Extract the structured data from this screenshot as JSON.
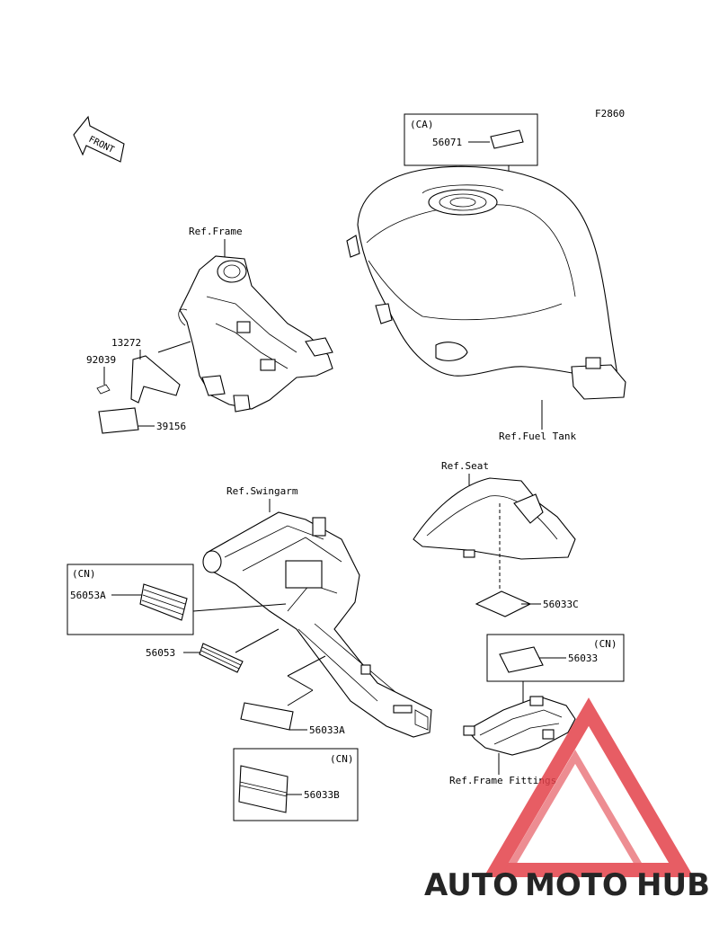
{
  "figure_code": "F2860",
  "front_label": "FRONT",
  "refs": {
    "frame": "Ref.Frame",
    "fuel_tank": "Ref.Fuel Tank",
    "seat": "Ref.Seat",
    "swingarm": "Ref.Swingarm",
    "frame_fittings": "Ref.Frame Fittings"
  },
  "boxes": {
    "ca": {
      "tag": "(CA)",
      "part": "56071"
    },
    "cn_left": {
      "tag": "(CN)",
      "part": "56053A"
    },
    "cn_right": {
      "tag": "(CN)",
      "part": "56033"
    },
    "cn_bottom": {
      "tag": "(CN)",
      "part": "56033B"
    }
  },
  "parts": {
    "p13272": "13272",
    "p92039": "92039",
    "p39156": "39156",
    "p56033C": "56033C",
    "p56053": "56053",
    "p56033A": "56033A"
  },
  "watermark": {
    "part1": "AUTO",
    "part2": "MOTO",
    "part3": "HUB",
    "colors": {
      "orange": "#f5b75e",
      "red": "#e3414a",
      "gray": "#5a5a5a"
    }
  }
}
